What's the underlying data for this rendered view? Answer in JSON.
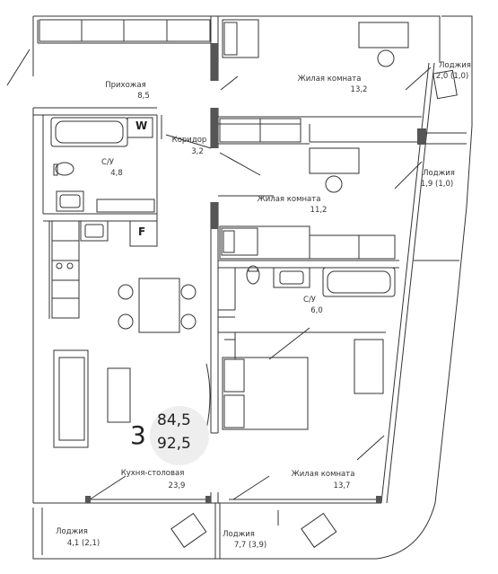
{
  "summary": {
    "rooms": "3",
    "area_living": "84,5",
    "area_total": "92,5"
  },
  "rooms": [
    {
      "name": "Прихожая",
      "area": "8,5"
    },
    {
      "name": "Коридор",
      "area": "3,2"
    },
    {
      "name": "С/У",
      "area": "4,8"
    },
    {
      "name": "Жилая комната",
      "area": "13,2"
    },
    {
      "name": "Жилая комната",
      "area": "11,2"
    },
    {
      "name": "С/У",
      "area": "6,0"
    },
    {
      "name": "Кухня-столовая",
      "area": "23,9"
    },
    {
      "name": "Жилая комната",
      "area": "13,7"
    },
    {
      "name": "Лоджия",
      "area": "2,0 (1,0)"
    },
    {
      "name": "Лоджия",
      "area": "1,9 (1,0)"
    },
    {
      "name": "Лоджия",
      "area": "4,1 (2,1)"
    },
    {
      "name": "Лоджия",
      "area": "7,7 (3,9)"
    }
  ],
  "marks": {
    "washer": "W",
    "fridge": "F"
  }
}
